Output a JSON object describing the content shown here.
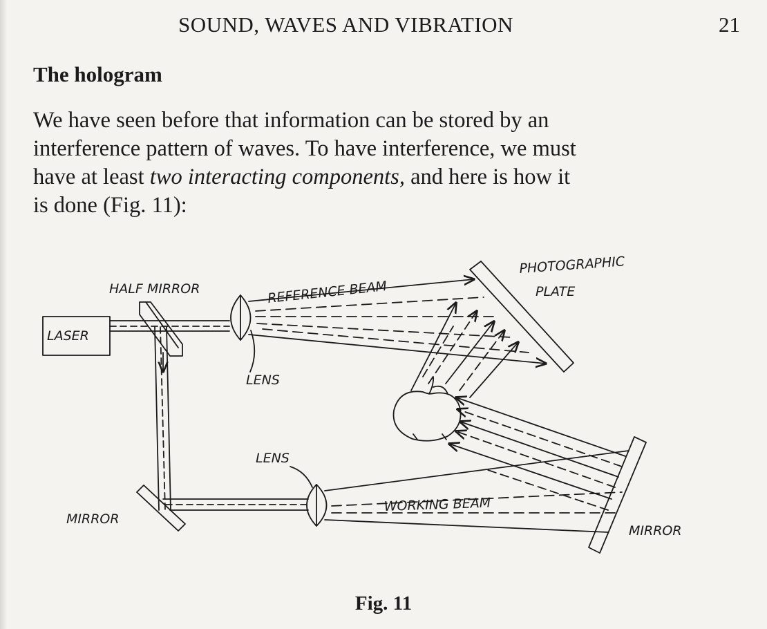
{
  "header": {
    "running_title": "SOUND, WAVES AND VIBRATION",
    "page_number": "21"
  },
  "section": {
    "heading": "The hologram"
  },
  "paragraph": {
    "line1": "We have seen before that information can be stored by an",
    "line2": "interference pattern of waves. To have interference, we must",
    "line3_a": "have at least ",
    "line3_em": "two interacting components,",
    "line3_b": " and here is how it",
    "line4": "is done (Fig. 11):"
  },
  "figure": {
    "labels": {
      "half_mirror": "HALF MIRROR",
      "laser": "LASER",
      "reference_beam": "REFERENCE BEAM",
      "photographic": "PHOTOGRAPHIC",
      "plate": "PLATE",
      "lens_top": "LENS",
      "lens_bottom": "LENS",
      "working_beam": "WORKING BEAM",
      "mirror_left": "MIRROR",
      "mirror_right": "MIRROR"
    },
    "caption": "Fig. 11"
  }
}
